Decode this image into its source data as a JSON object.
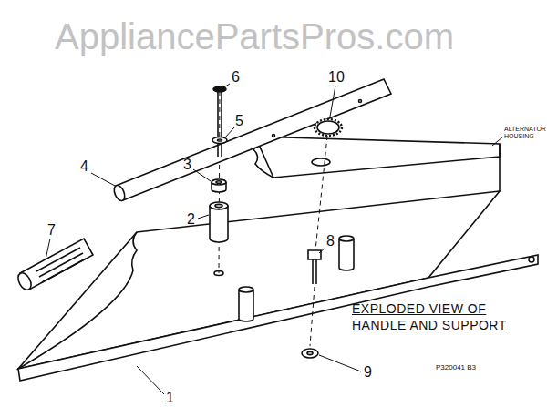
{
  "diagram": {
    "title": "EXPLODED VIEW OF HANDLE AND SUPPORT",
    "labels": [
      "AppliancePartsPros.com",
      "6",
      "5",
      "10",
      "4",
      "ALTERNATOR HOUSING",
      "3",
      "2",
      "8",
      "7",
      "9",
      "1",
      "P320041 B3"
    ]
  }
}
